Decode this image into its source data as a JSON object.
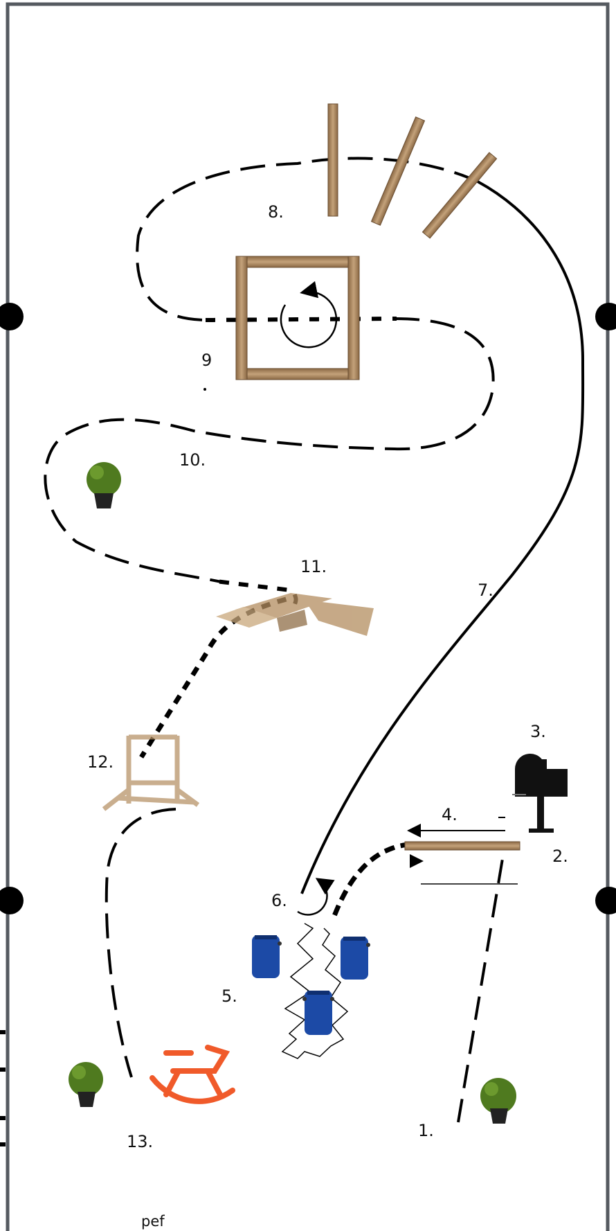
{
  "labels": {
    "s1": "1.",
    "s2": "2.",
    "s3": "3.",
    "s4": "4.",
    "s5": "5.",
    "s6": "6.",
    "s7": "7.",
    "s8": "8.",
    "s9": "9",
    "s10": "10.",
    "s11": "11.",
    "s12": "12.",
    "s13": "13.",
    "author": "pef"
  },
  "colors": {
    "arena_border": "#555a60",
    "path": "#000000",
    "wood": "#a9845c",
    "barrel": "#1c4aa6",
    "plant": "#4f7a1f",
    "horse": "#f05a2a"
  }
}
